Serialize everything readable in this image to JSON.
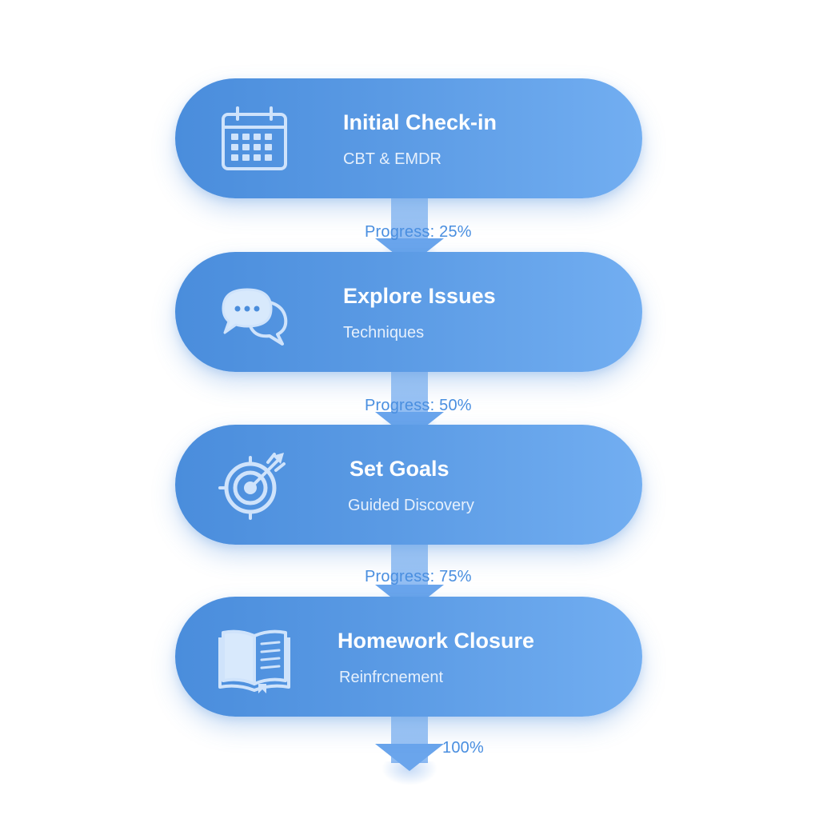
{
  "steps": [
    {
      "title": "Initial Check-in",
      "subtitle": "CBT & EMDR",
      "icon": "calendar-icon"
    },
    {
      "title": "Explore Issues",
      "subtitle": "Techniques",
      "icon": "chat-bubbles-icon"
    },
    {
      "title": "Set Goals",
      "subtitle": "Guided Discovery",
      "icon": "target-icon"
    },
    {
      "title": "Homework Closure",
      "subtitle": "Reinfrcnement",
      "icon": "book-icon"
    }
  ],
  "progress": [
    {
      "label": "Progress: 25%",
      "value": 25
    },
    {
      "label": "Progress: 50%",
      "value": 50
    },
    {
      "label": "Progress: 75%",
      "value": 75
    },
    {
      "label": "100%",
      "value": 100
    }
  ],
  "colors": {
    "card_start": "#4a8ddc",
    "card_end": "#72aef1",
    "progress_text": "#4a8fe0",
    "icon_stroke": "#cfe3fb"
  }
}
